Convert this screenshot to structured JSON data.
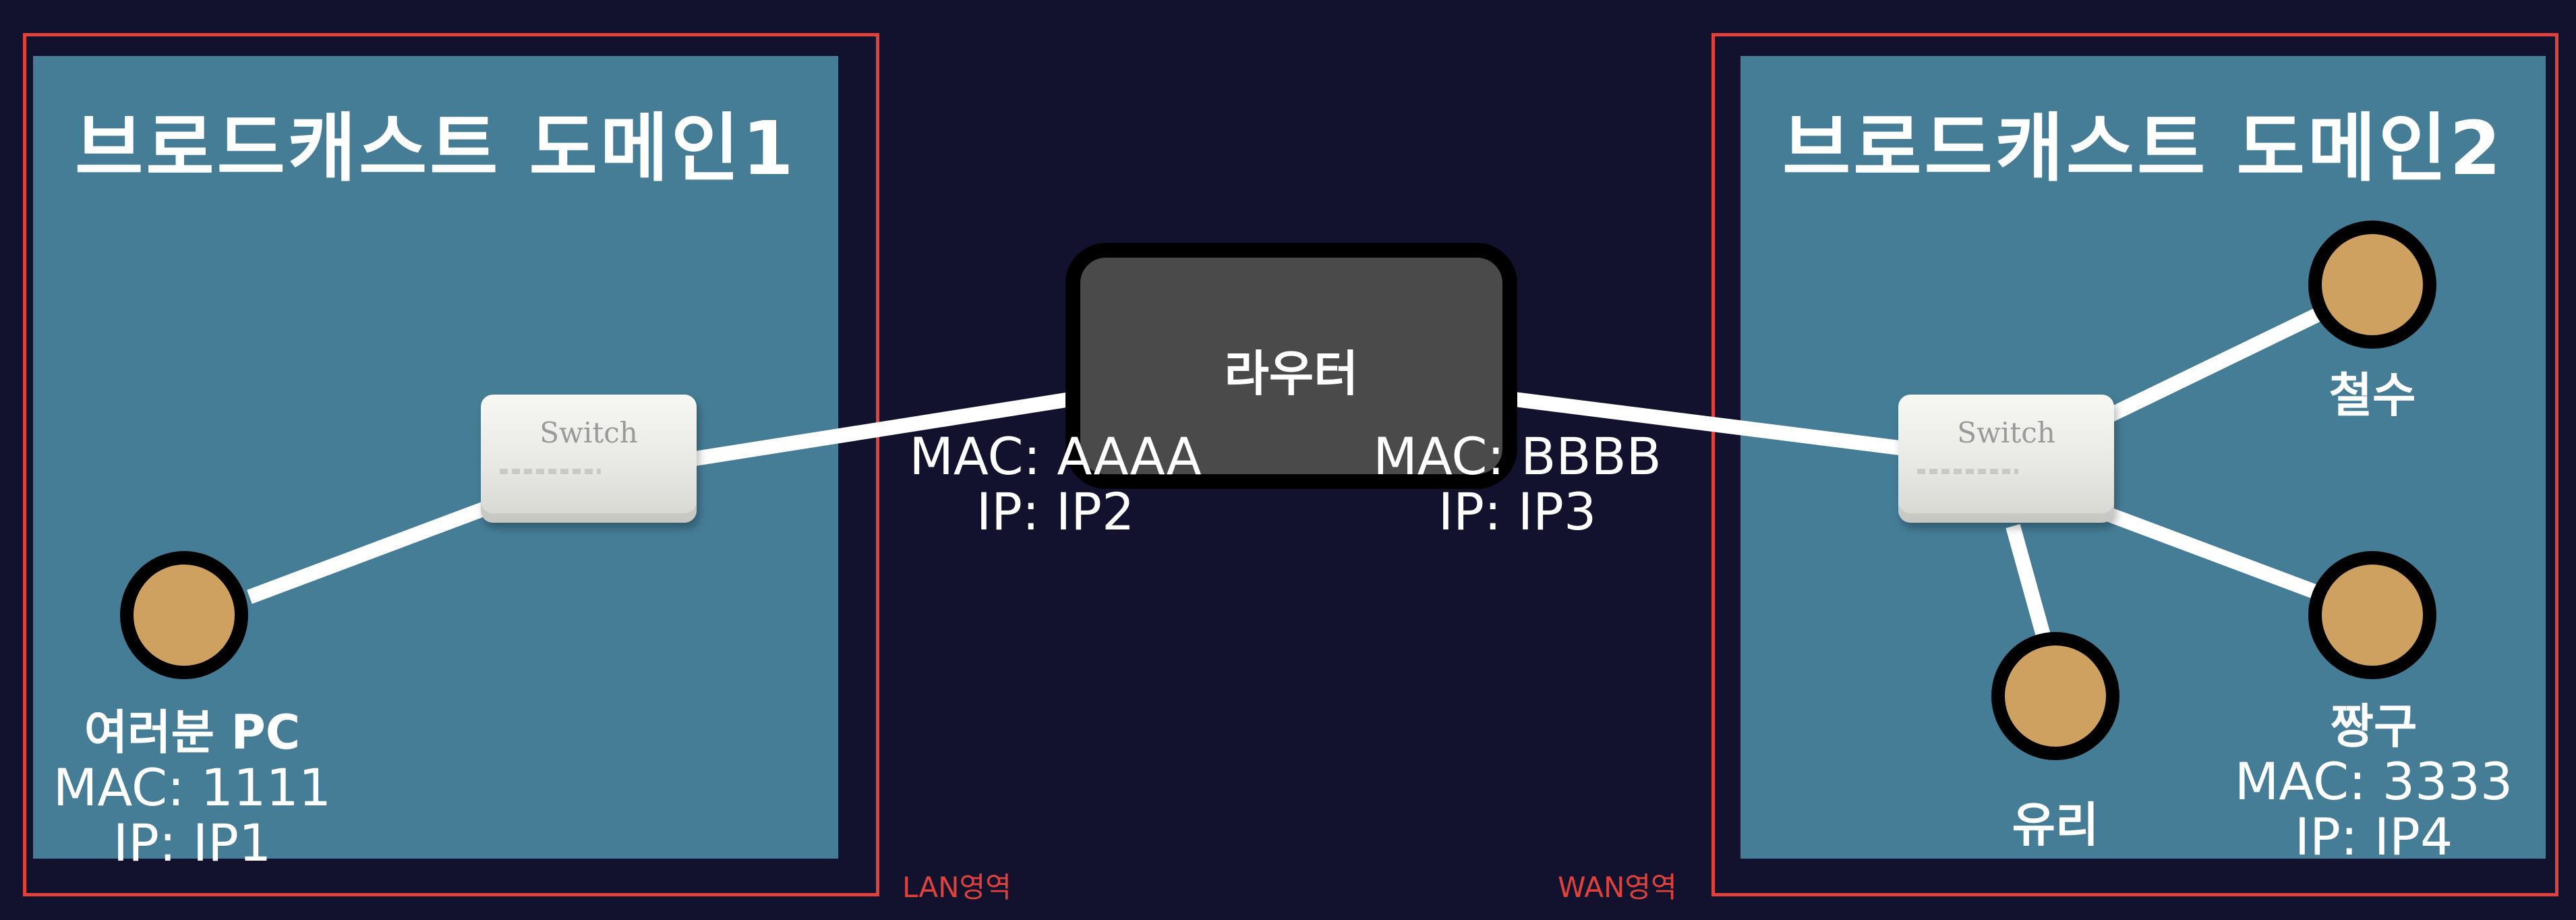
{
  "colors": {
    "background": "#13122e",
    "panel": "#457d97",
    "region_border": "#e0413a",
    "node_fill": "#cfa160",
    "router_fill": "#4a4a4a",
    "link": "#ffffff"
  },
  "domains": {
    "left": {
      "title": "브로드캐스트 도메인1"
    },
    "right": {
      "title": "브로드캐스트 도메인2"
    }
  },
  "regions": {
    "lan": "LAN영역",
    "wan": "WAN영역"
  },
  "router": {
    "label": "라우터",
    "lan_interface": {
      "mac": "MAC: AAAA",
      "ip": "IP: IP2"
    },
    "wan_interface": {
      "mac": "MAC: BBBB",
      "ip": "IP: IP3"
    }
  },
  "switches": {
    "left": {
      "label": "Switch"
    },
    "right": {
      "label": "Switch"
    }
  },
  "hosts": {
    "my_pc": {
      "name": "여러분 PC",
      "mac": "MAC: 1111",
      "ip": "IP: IP1"
    },
    "cheolsu": {
      "name": "철수"
    },
    "yuri": {
      "name": "유리"
    },
    "jjanggu": {
      "name": "짱구",
      "mac": "MAC: 3333",
      "ip": "IP: IP4"
    }
  }
}
